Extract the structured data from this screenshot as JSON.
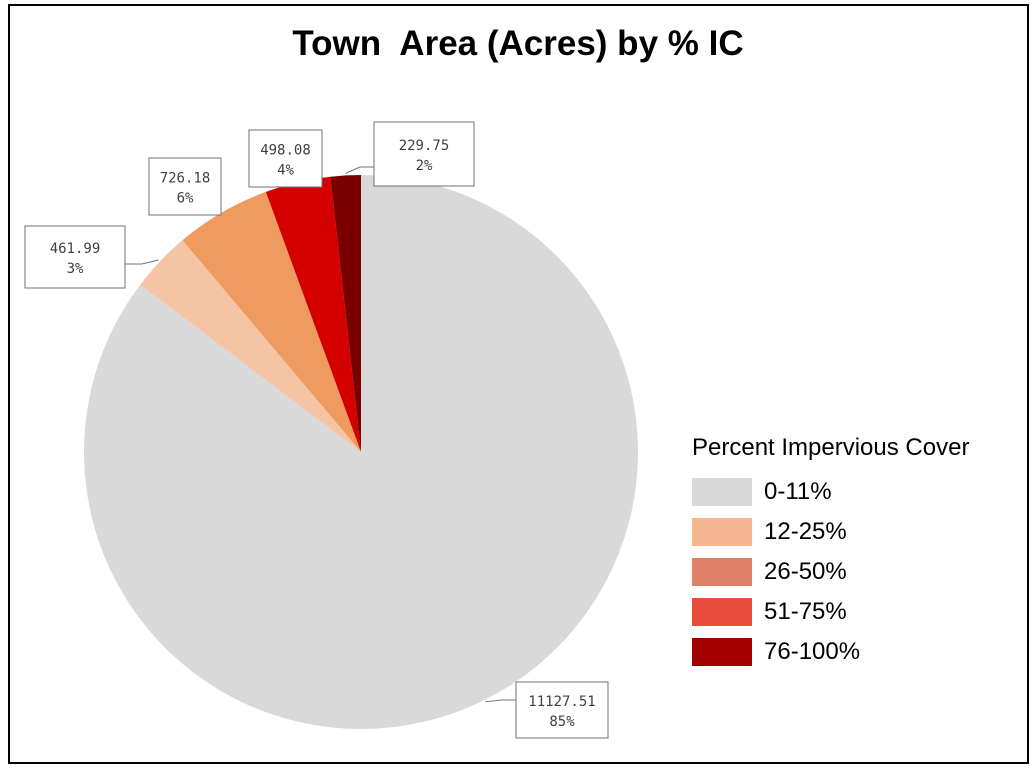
{
  "chart_data": {
    "type": "pie",
    "title": "Town  Area (Acres) by % IC",
    "legend_title": "Percent Impervious Cover",
    "legend_placement": "right",
    "categories": [
      "0-11%",
      "12-25%",
      "26-50%",
      "51-75%",
      "76-100%"
    ],
    "values": [
      11127.51,
      461.99,
      726.18,
      498.08,
      229.75
    ],
    "value_labels": [
      "11127.51",
      "461.99",
      "726.18",
      "498.08",
      "229.75"
    ],
    "percent_labels": [
      "85%",
      "3%",
      "6%",
      "4%",
      "2%"
    ],
    "colors": [
      "#d9d9d9",
      "#f4c4a4",
      "#ef9a5e",
      "#d40000",
      "#7a0000"
    ],
    "legend_colors": [
      "#d9d9d9",
      "#f4b48f",
      "#e0826a",
      "#e84c3d",
      "#a30000"
    ]
  }
}
